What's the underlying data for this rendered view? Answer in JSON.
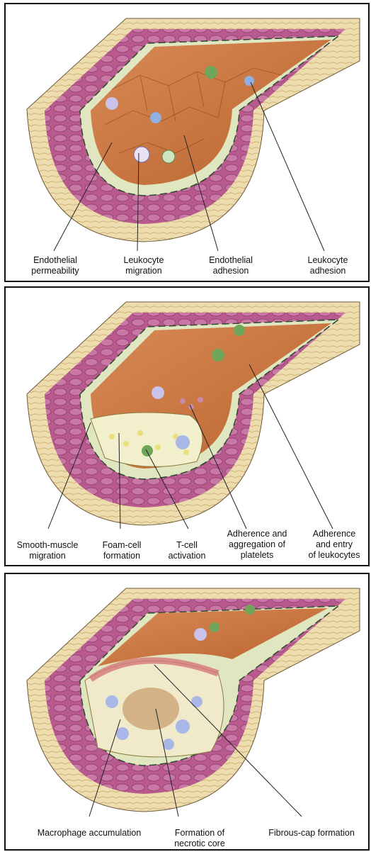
{
  "panels": [
    {
      "labels": [
        {
          "lines": [
            "Endothelial",
            "permeability"
          ]
        },
        {
          "lines": [
            "Leukocyte",
            "migration"
          ]
        },
        {
          "lines": [
            "Endothelial",
            "adhesion"
          ]
        },
        {
          "lines": [
            "Leukocyte",
            "adhesion"
          ]
        }
      ]
    },
    {
      "labels": [
        {
          "lines": [
            "Smooth-muscle",
            "migration"
          ]
        },
        {
          "lines": [
            "Foam-cell",
            "formation"
          ]
        },
        {
          "lines": [
            "T-cell",
            "activation"
          ]
        },
        {
          "lines": [
            "Adherence and",
            "aggregation of",
            "platelets"
          ]
        },
        {
          "lines": [
            "Adherence",
            "and entry",
            "of leukocytes"
          ]
        }
      ]
    },
    {
      "labels": [
        {
          "lines": [
            "Macrophage accumulation"
          ]
        },
        {
          "lines": [
            "Formation of",
            "necrotic core"
          ]
        },
        {
          "lines": [
            "Fibrous-cap formation"
          ]
        }
      ]
    }
  ],
  "colors": {
    "lumen": "#c8743f",
    "adventitia": "#e9d9ae",
    "media": "#b85a8e",
    "intima": "#dfe6c0",
    "leader": "#222222"
  }
}
